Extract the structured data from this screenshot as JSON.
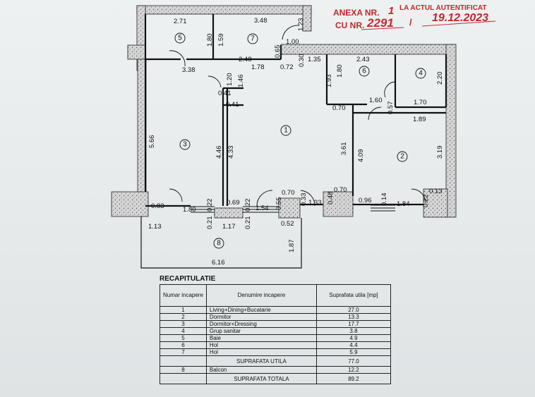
{
  "stamp": {
    "anexa": "ANEXA NR.",
    "anexa_nr": "1",
    "la_actul": "LA ACTUL AUTENTIFICAT",
    "cu_nr": "CU NR.",
    "act_nr": "2291",
    "slash": "/",
    "date": "19.12.2023"
  },
  "rooms": [
    "1",
    "2",
    "3",
    "4",
    "5",
    "6",
    "7",
    "8"
  ],
  "dimensions": [
    "2.71",
    "3.48",
    "1.23",
    "1.00",
    "1.80",
    "1.59",
    "0.65",
    "1.35",
    "2.43",
    "2.48",
    "1.78",
    "0.72",
    "0.30",
    "3.38",
    "1.20",
    "1.46",
    "1.93",
    "1.80",
    "2.20",
    "0.41",
    "0.41",
    "0.70",
    "1.60",
    "0.57",
    "1.70",
    "1.89",
    "5.66",
    "4.46",
    "4.33",
    "3.61",
    "4.09",
    "3.19",
    "0.70",
    "0.70",
    "0.48",
    "0.33",
    "0.13",
    "0.83",
    "1.80",
    "0.22",
    "0.69",
    "0.22",
    "1.54",
    "0.55",
    "1.33",
    "0.96",
    "0.14",
    "1.84",
    "0.22",
    "1.13",
    "0.21",
    "1.17",
    "0.21",
    "0.52",
    "1.87",
    "6.16"
  ],
  "recap": {
    "title": "RECAPITULATIE",
    "headers": [
      "Numar incapere",
      "Denumire incapere",
      "Suprafata utila [mp]"
    ],
    "rows": [
      [
        "1",
        "Living+Dining+Bucatarie",
        "27.0"
      ],
      [
        "2",
        "Dormitor",
        "13.3"
      ],
      [
        "3",
        "Dormitor+Dressing",
        "17.7"
      ],
      [
        "4",
        "Grup sanitar",
        "3.8"
      ],
      [
        "5",
        "Baie",
        "4.9"
      ],
      [
        "6",
        "Hol",
        "4.4"
      ],
      [
        "7",
        "Hol",
        "5.9"
      ]
    ],
    "suprafata_utila_label": "SUPRAFATA UTILA",
    "suprafata_utila_value": "77.0",
    "balcon_row": [
      "8",
      "Balcon",
      "12.2"
    ],
    "suprafata_totala_label": "SUPRAFATA TOTALA",
    "suprafata_totala_value": "89.2"
  },
  "colors": {
    "stamp_red": "#c3272c",
    "ink": "#111111",
    "wall_fill": "#cfcfcf"
  }
}
